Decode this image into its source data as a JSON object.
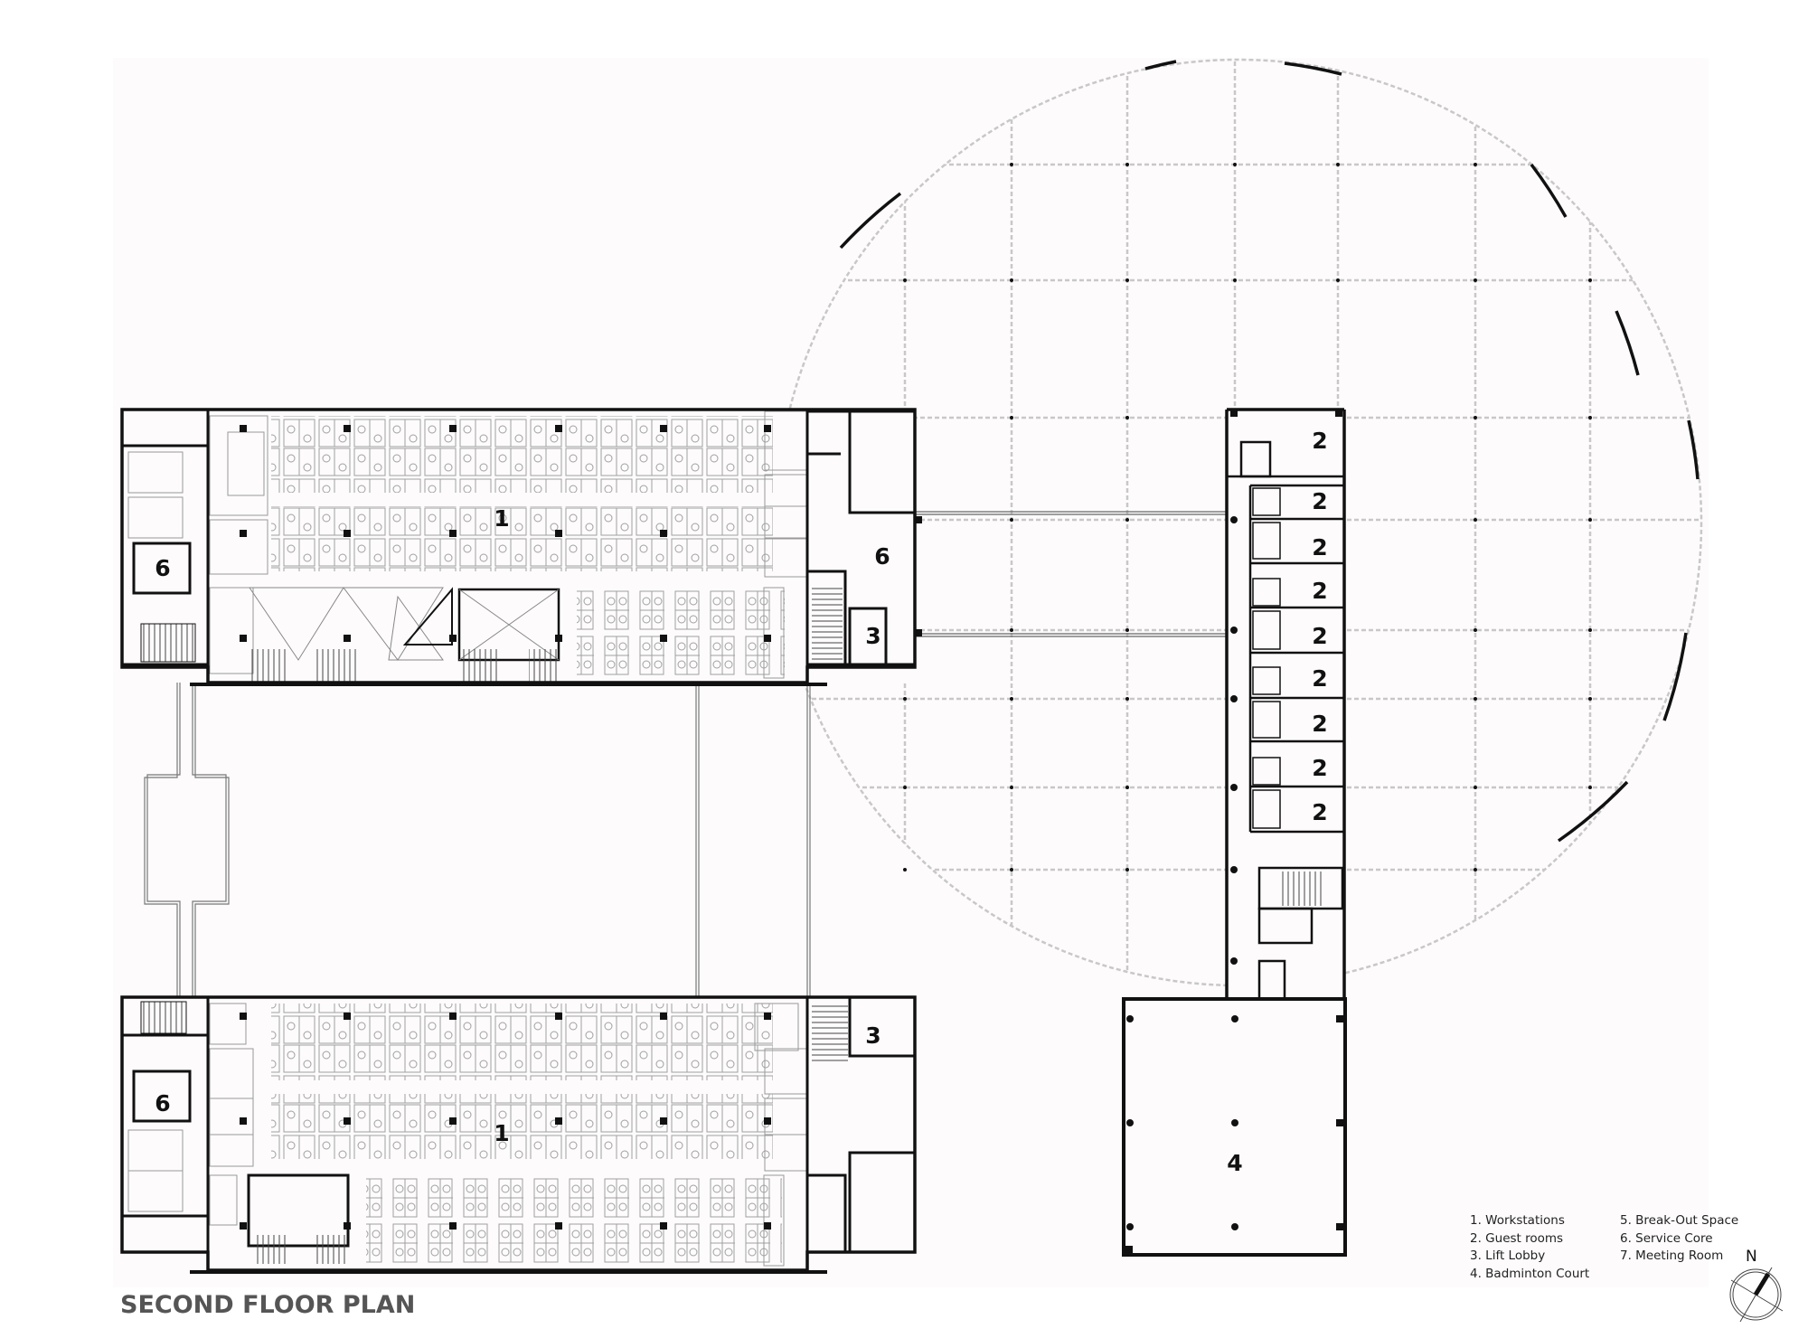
{
  "drawing": {
    "title": "SECOND FLOOR PLAN",
    "colors": {
      "panel": "#fdfbfc",
      "wall": "#111111",
      "furniture": "#9a9a9a",
      "grid": "#c8c8c8",
      "title": "#555555"
    }
  },
  "legend": {
    "items": [
      {
        "num": 1,
        "text": "1. Workstations"
      },
      {
        "num": 2,
        "text": "2. Guest rooms"
      },
      {
        "num": 3,
        "text": "3. Lift Lobby"
      },
      {
        "num": 4,
        "text": "4. Badminton Court"
      },
      {
        "num": 5,
        "text": "5. Break-Out Space"
      },
      {
        "num": 6,
        "text": "6. Service Core"
      },
      {
        "num": 7,
        "text": "7. Meeting Room"
      }
    ]
  },
  "compass": {
    "label": "N"
  },
  "room_labels": {
    "top_block": {
      "workstations": "1",
      "service_core_west": "6",
      "service_core_east": "6",
      "lift_lobby": "3"
    },
    "bottom_block": {
      "workstations": "1",
      "service_core_west": "6",
      "lift_lobby": "3"
    },
    "guest_wing": {
      "rooms": [
        "2",
        "2",
        "2",
        "2",
        "2",
        "2",
        "2",
        "2",
        "2"
      ]
    },
    "badminton": "4"
  }
}
